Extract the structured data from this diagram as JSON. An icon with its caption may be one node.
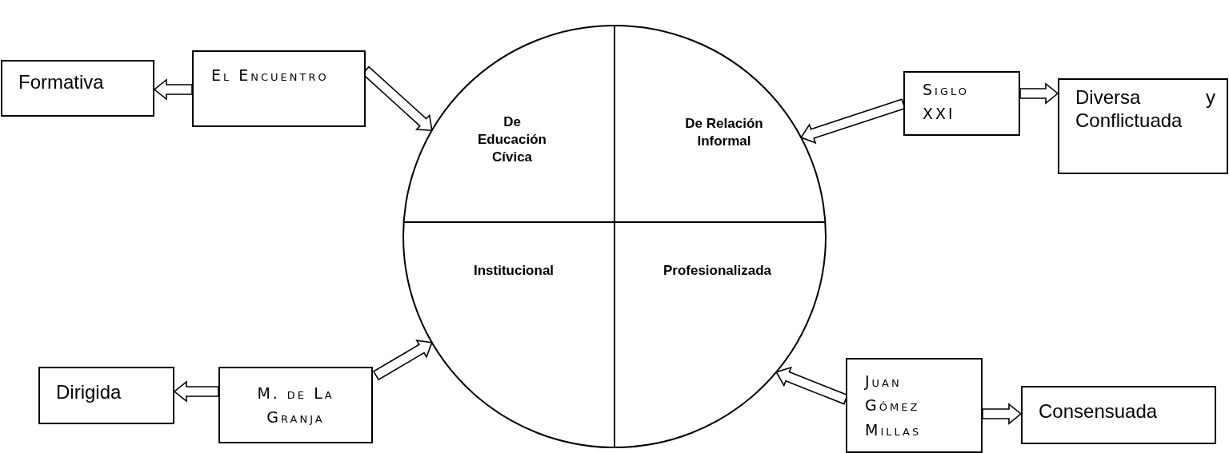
{
  "diagram": {
    "nodes": [
      {
        "text": [],
        "shape": "circle"
      },
      {
        "text": [
          "De Educación Cívica"
        ],
        "in": 0
      },
      {
        "text": [
          "De Relación Informal"
        ],
        "in": 0
      },
      {
        "text": [
          "Institucional"
        ],
        "in": 0
      },
      {
        "text": [
          "Profesionalizada"
        ],
        "in": 0
      },
      {
        "text": [
          "Formativa"
        ]
      },
      {
        "text": [
          "El Encuentro"
        ]
      },
      {
        "text": [
          "Siglo XXI"
        ]
      },
      {
        "text": [
          "Diversa y Conflictuada"
        ]
      },
      {
        "text": [
          "Dirigida"
        ]
      },
      {
        "text": [
          "M. de La Granja"
        ]
      },
      {
        "text": [
          "Juan Gómez Millas"
        ]
      },
      {
        "text": [
          "Consensuada"
        ]
      }
    ],
    "edges": [
      {
        "from": 6,
        "to": 5,
        "arrow": "to"
      },
      {
        "from": 6,
        "to": 0,
        "arrow": "to"
      },
      {
        "from": 7,
        "to": 0,
        "arrow": "to"
      },
      {
        "from": 7,
        "to": 8,
        "arrow": "to"
      },
      {
        "from": 10,
        "to": 9,
        "arrow": "to"
      },
      {
        "from": 10,
        "to": 0,
        "arrow": "to"
      },
      {
        "from": 11,
        "to": 0,
        "arrow": "to"
      },
      {
        "from": 11,
        "to": 12,
        "arrow": "to"
      }
    ]
  }
}
